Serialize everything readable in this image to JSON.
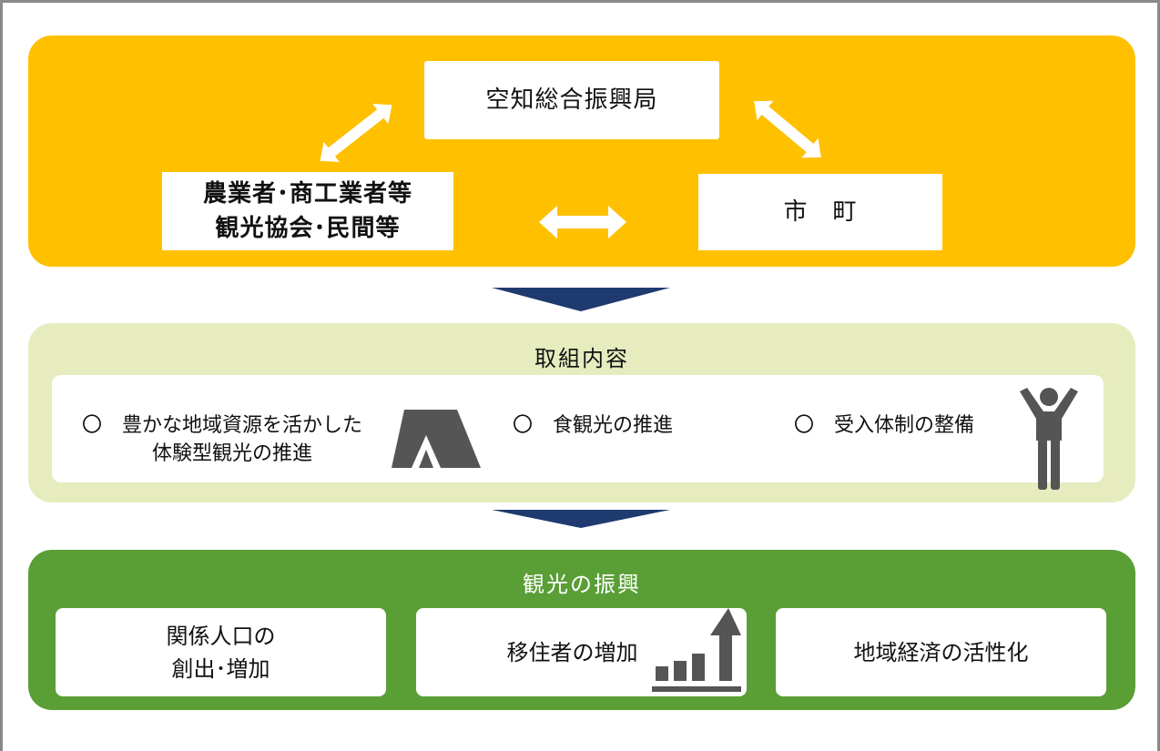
{
  "top": {
    "sorachi_office": "空知総合振興局",
    "farmers_line1": "農業者･商工業者等",
    "farmers_line2": "観光協会･民間等",
    "towns": "市　町"
  },
  "middle": {
    "title": "取組内容",
    "item1_line1": "〇　豊かな地域資源を活かした",
    "item1_line2": "体験型観光の推進",
    "item2": "〇　食観光の推進",
    "item3": "〇　受入体制の整備"
  },
  "bottom": {
    "title": "観光の振興",
    "box1_line1": "関係人口の",
    "box1_line2": "創出･増加",
    "box2": "移住者の増加",
    "box3": "地域経済の活性化"
  },
  "colors": {
    "top_band": "#FFC000",
    "middle_band": "#E6ECBE",
    "bottom_band": "#5A9E36",
    "chevron": "#1F3A6E",
    "icon": "#555555"
  },
  "icons": [
    "double-arrow-icon",
    "chevron-down-icon",
    "tent-icon",
    "person-arms-up-icon",
    "growth-chart-icon"
  ]
}
